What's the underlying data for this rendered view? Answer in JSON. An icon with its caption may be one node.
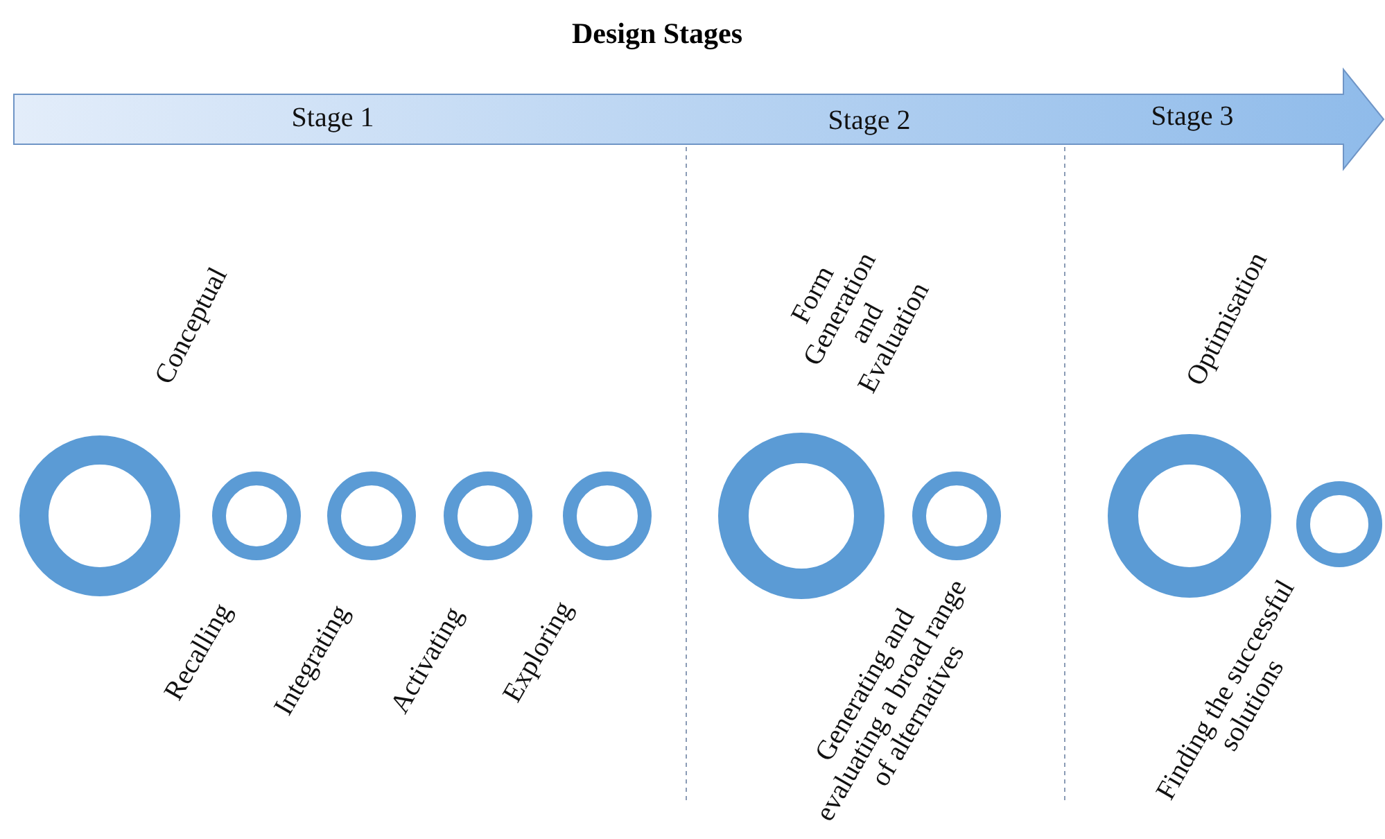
{
  "diagram": {
    "title": "Design Stages",
    "nodes": [
      {
        "text": [
          "Stage 1",
          "Stage 2",
          "Stage 3"
        ]
      },
      {
        "text": [
          "Conceptual"
        ]
      },
      {
        "text": [
          "Recalling"
        ]
      },
      {
        "text": [
          "Integrating"
        ]
      },
      {
        "text": [
          "Activating"
        ]
      },
      {
        "text": [
          "Exploring"
        ]
      },
      {
        "text": [
          "Form Generation and Evaluation"
        ]
      },
      {
        "text": [
          "Generating and evaluating a broad range of alternatives"
        ]
      },
      {
        "text": [
          "Optimisation"
        ]
      },
      {
        "text": [
          "Finding the successful solutions"
        ]
      }
    ]
  }
}
